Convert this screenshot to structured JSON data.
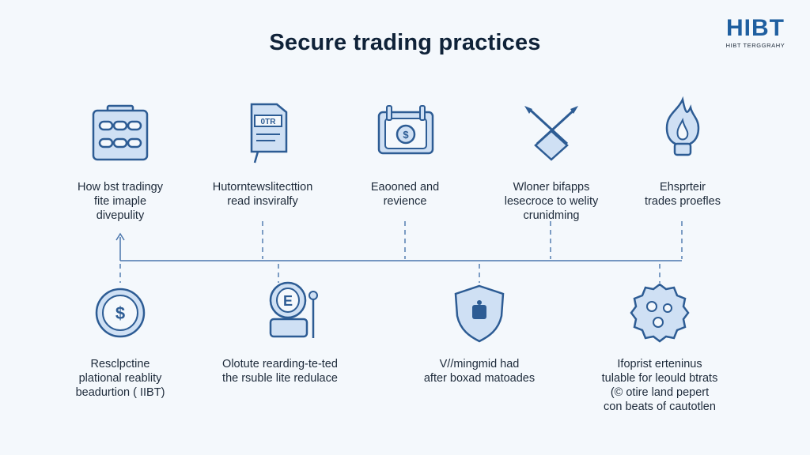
{
  "title": "Secure trading practices",
  "logo": {
    "main": "HIBT",
    "sub": "HIBT TERGGRAHY"
  },
  "colors": {
    "accent": "#3b6fae",
    "fill": "#cfe0f4",
    "line": "#4a76ad",
    "background": "#f4f8fc"
  },
  "top_items": [
    {
      "icon": "chain-board-icon",
      "lines": [
        "How bst tradingy",
        "fite imaple",
        "divepulity"
      ]
    },
    {
      "icon": "document-stand-icon",
      "lines": [
        "Hutorntewslitecttion",
        "read insviralfy"
      ]
    },
    {
      "icon": "calendar-coin-icon",
      "lines": [
        "Eaooned and",
        "revience"
      ]
    },
    {
      "icon": "crossed-tools-icon",
      "lines": [
        "Wloner bifapps",
        "lesecroce to welity",
        "crunidming"
      ]
    },
    {
      "icon": "flame-icon",
      "lines": [
        "Ehsprteir",
        "trades proefles"
      ]
    }
  ],
  "bottom_items": [
    {
      "icon": "dollar-coin-icon",
      "lines": [
        "Resclpctine",
        "plational reablity",
        "beadurtion ( IIBT)"
      ]
    },
    {
      "icon": "person-desk-icon",
      "lines": [
        "Olotute rearding-te-ted",
        "the rsuble lite redulace"
      ]
    },
    {
      "icon": "shield-icon",
      "lines": [
        "V//mingmid had",
        "after boxad matoades"
      ]
    },
    {
      "icon": "gear-badge-icon",
      "lines": [
        "Ifoprist erteninus",
        "tulable for leould btrats",
        "(© otire land pepert",
        "con beats of cautotlen"
      ]
    }
  ]
}
